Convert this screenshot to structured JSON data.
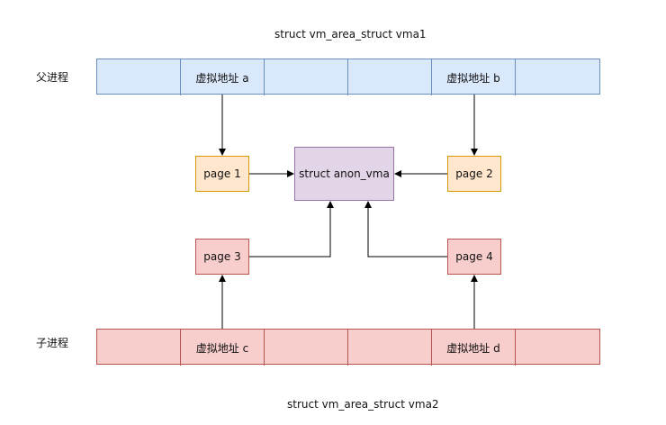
{
  "titles": {
    "vma1": "struct vm_area_struct vma1",
    "vma2": "struct vm_area_struct vma2"
  },
  "process_labels": {
    "parent": "父进程",
    "child": "子进程"
  },
  "parent_cells": [
    "",
    "虚拟地址 a",
    "",
    "",
    "虚拟地址 b",
    ""
  ],
  "child_cells": [
    "",
    "虚拟地址 c",
    "",
    "",
    "虚拟地址 d",
    ""
  ],
  "pages": {
    "page1": "page 1",
    "page2": "page 2",
    "page3": "page 3",
    "page4": "page 4"
  },
  "anon_vma": "struct anon_vma",
  "colors": {
    "parent_fill": "#dae8fc",
    "parent_stroke": "#6c8ebf",
    "child_fill": "#f8cecc",
    "child_stroke": "#b85450",
    "page_yellow_fill": "#ffe6cc",
    "page_yellow_stroke": "#d79b00",
    "anon_fill": "#e1d5e7",
    "anon_stroke": "#9673a6"
  }
}
